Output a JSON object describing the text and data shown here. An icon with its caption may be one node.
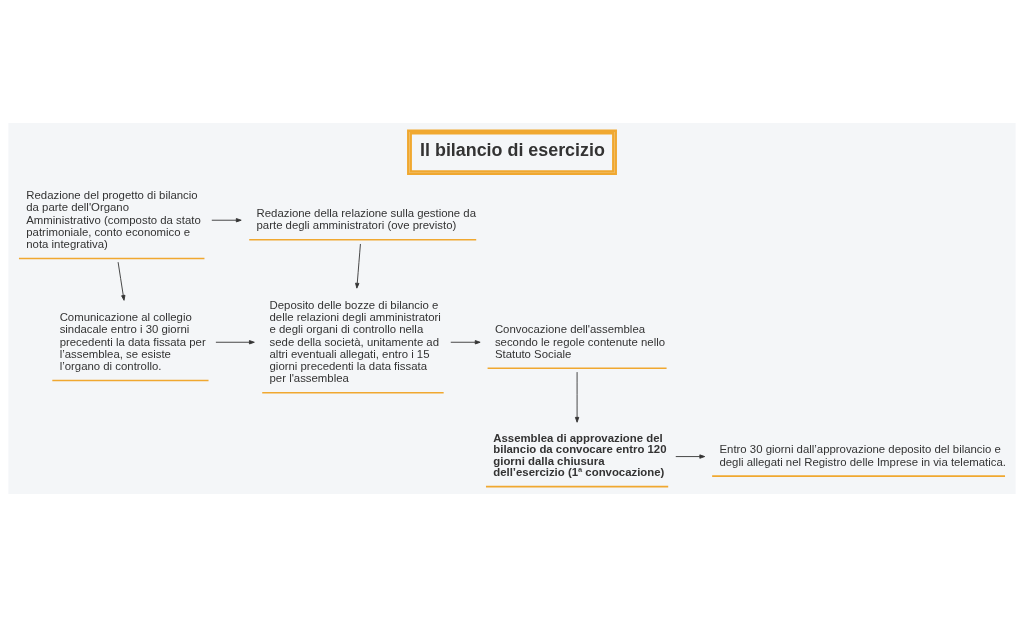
{
  "diagram": {
    "title": "Il bilancio di esercizio",
    "nodes": [
      {
        "text": [
          "Redazione del progetto di bilancio da parte dell'Organo Amministrativo (composto da stato patrimoniale, conto economico e nota integrativa)"
        ]
      },
      {
        "text": [
          "Redazione della relazione sulla gestione da parte degli amministratori (ove previsto)"
        ]
      },
      {
        "text": [
          "Comunicazione al collegio sindacale entro i 30 giorni precedenti la data fissata per l’assemblea, se esiste l’organo di controllo."
        ]
      },
      {
        "text": [
          "Deposito delle bozze di bilancio e delle relazioni degli amministratori e degli organi di controllo nella sede della società, unitamente ad altri eventuali allegati, entro i 15 giorni precedenti la data fissata per l'assemblea"
        ]
      },
      {
        "text": [
          "Convocazione dell'assemblea secondo le regole contenute nello Statuto Sociale"
        ]
      },
      {
        "text": [
          "Entro 30 giorni dall’approvazione deposito del bilancio e degli allegati nel Registro delle Imprese in via telematica."
        ]
      },
      {
        "text": [
          "Assemblea di approvazione del bilancio da convocare entro 120 giorni dalla chiusura dell’esercizio (1ª convocazione)"
        ]
      }
    ],
    "edges": [
      {
        "from": 0,
        "to": 2,
        "arrow": "to"
      },
      {
        "from": 0,
        "to": 1,
        "arrow": "to"
      },
      {
        "from": 2,
        "to": 3,
        "arrow": "to"
      },
      {
        "from": 1,
        "to": 3,
        "arrow": "to"
      },
      {
        "from": 3,
        "to": 4,
        "arrow": "to"
      },
      {
        "from": 4,
        "to": 6,
        "arrow": "to"
      },
      {
        "from": 6,
        "to": 5,
        "arrow": "to"
      }
    ]
  }
}
